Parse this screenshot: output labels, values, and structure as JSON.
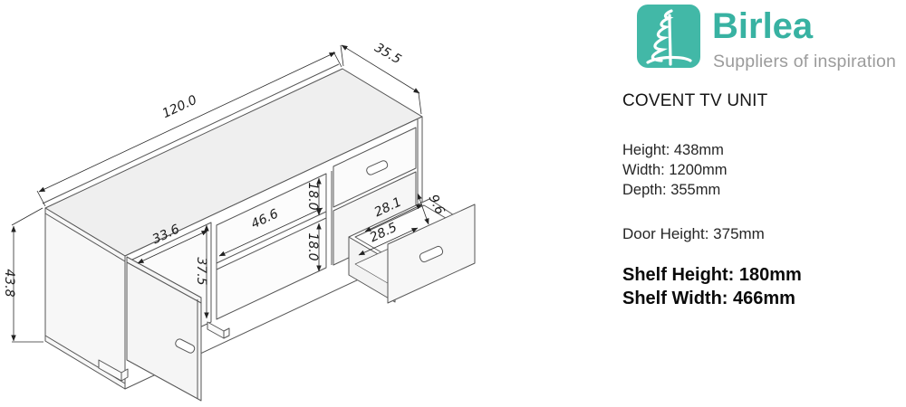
{
  "brand": {
    "name": "Birlea",
    "tagline": "Suppliers of inspiration",
    "logo_color": "#42b8a7",
    "name_color": "#38b2a2",
    "tagline_color": "#9b9b9b"
  },
  "product": {
    "title": "COVENT TV UNIT",
    "specs": [
      "Height: 438mm",
      "Width: 1200mm",
      "Depth: 355mm"
    ],
    "door_spec": "Door Height: 375mm",
    "highlight_specs": [
      "Shelf Height: 180mm",
      "Shelf Width: 466mm"
    ]
  },
  "drawing": {
    "dimensions": {
      "width": "120.0",
      "depth": "35.5",
      "height": "43.8",
      "door_section_width": "33.6",
      "door_height": "37.5",
      "shelf_width": "46.6",
      "shelf_height_upper": "18.0",
      "shelf_height_lower": "18.0",
      "drawer_inner_width": "28.1",
      "drawer_outer_width": "28.5",
      "drawer_inner_height": "9.6"
    }
  }
}
